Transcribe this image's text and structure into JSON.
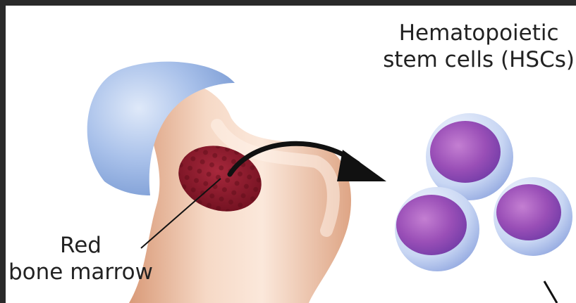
{
  "labels": {
    "hsc_line1": "Hematopoietic",
    "hsc_line2": "stem cells (HSCs)",
    "marrow_line1": "Red",
    "marrow_line2": "bone marrow"
  },
  "colors": {
    "frame": "#2a2a2a",
    "background": "#ffffff",
    "bone": "#e9c0a4",
    "cartilage": "#9bb7e2",
    "marrow": "#8c1628",
    "cell_nucleus": "#9a4fb7",
    "cell_membrane": "#c9d6f2"
  }
}
